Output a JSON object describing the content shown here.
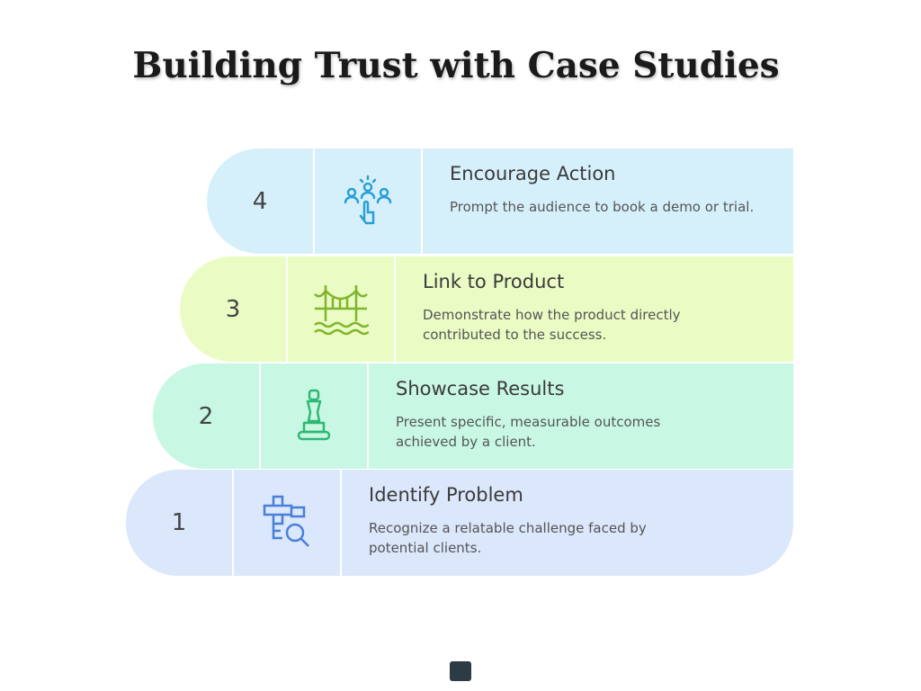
{
  "title": "Building Trust with Case Studies",
  "steps": [
    {
      "number": "1",
      "heading": "Identify Problem",
      "description": "Recognize a relatable challenge faced by potential clients.",
      "icon": "search-puzzle-icon",
      "color": "#dbe7fb",
      "icon_color": "#4a7fd9"
    },
    {
      "number": "2",
      "heading": "Showcase Results",
      "description": "Present specific, measurable outcomes achieved by a client.",
      "icon": "trophy-statue-icon",
      "color": "#c8f8e4",
      "icon_color": "#2fb872"
    },
    {
      "number": "3",
      "heading": "Link to Product",
      "description": "Demonstrate how the product directly contributed to the success.",
      "icon": "bridge-icon",
      "color": "#eafbc4",
      "icon_color": "#7fb52a"
    },
    {
      "number": "4",
      "heading": "Encourage Action",
      "description": "Prompt the audience to book a demo or trial.",
      "icon": "audience-click-icon",
      "color": "#d6f0fb",
      "icon_color": "#2a9fd6"
    }
  ]
}
